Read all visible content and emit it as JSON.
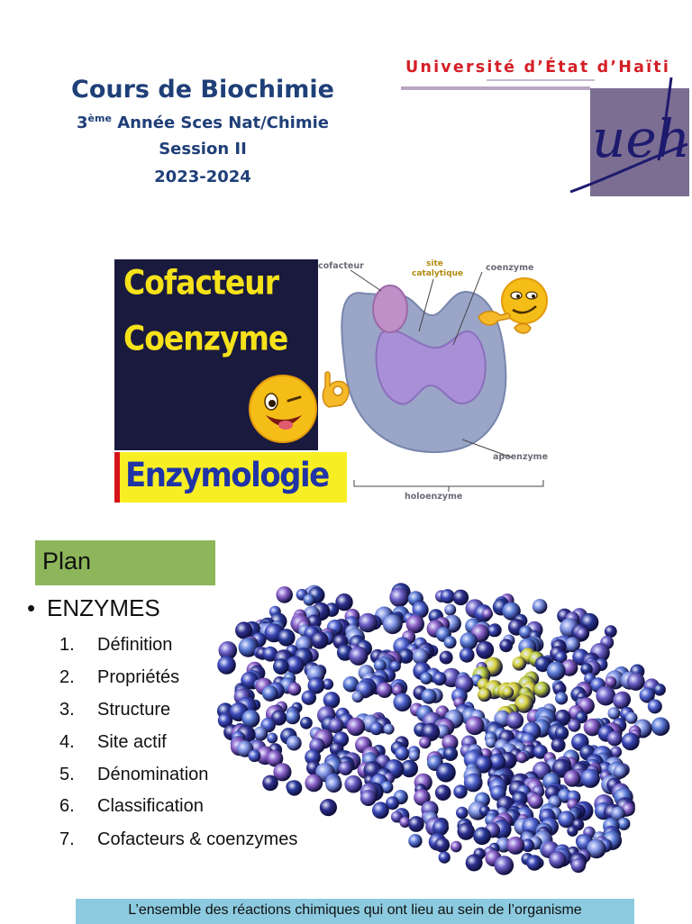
{
  "header": {
    "course_title": "Cours de Biochimie",
    "year_prefix": "3",
    "year_suffix": "ème",
    "year_rest": " Année Sces Nat/Chimie",
    "session": "Session II",
    "academic_year": "2023-2024"
  },
  "university": {
    "name": "Université d’État d’Haïti",
    "logo_text": "ueh",
    "colors": {
      "name": "#d41f26",
      "logo": "#1e1a6e",
      "panel": "#7c6e93"
    }
  },
  "banner": {
    "word1": "Cofacteur",
    "word2": "Coenzyme",
    "word3": "Enzymologie",
    "labels": {
      "cofacteur": "cofacteur",
      "site_line1": "site",
      "site_line2": "catalytique",
      "coenzyme": "coenzyme",
      "apoenzyme": "apoenzyme",
      "holoenzyme": "holoenzyme"
    },
    "colors": {
      "navy": "#1a1a3e",
      "yellow": "#f7ef24",
      "title_blue": "#2034a6",
      "red": "#d4131b"
    }
  },
  "plan": {
    "heading": "Plan",
    "bullet_symbol": "•",
    "section": "ENZYMES",
    "items": [
      {
        "num": "1.",
        "label": "Définition"
      },
      {
        "num": "2.",
        "label": "Propriétés"
      },
      {
        "num": "3.",
        "label": "Structure"
      },
      {
        "num": "4.",
        "label": "Site actif"
      },
      {
        "num": "5.",
        "label": "Dénomination"
      },
      {
        "num": "6.",
        "label": "Classification"
      },
      {
        "num": "7.",
        "label": "Cofacteurs & coenzymes"
      }
    ],
    "colors": {
      "heading_bg": "#8db65a"
    }
  },
  "caption": {
    "text": "L’ensemble des réactions chimiques qui ont lieu au sein de l’organisme",
    "color": "#8ccadf"
  },
  "icons": [
    "winking-emoji-icon",
    "ok-hand-icon",
    "smirk-emoji-icon",
    "pointing-hand-icon",
    "protein-molecule-illustration"
  ]
}
